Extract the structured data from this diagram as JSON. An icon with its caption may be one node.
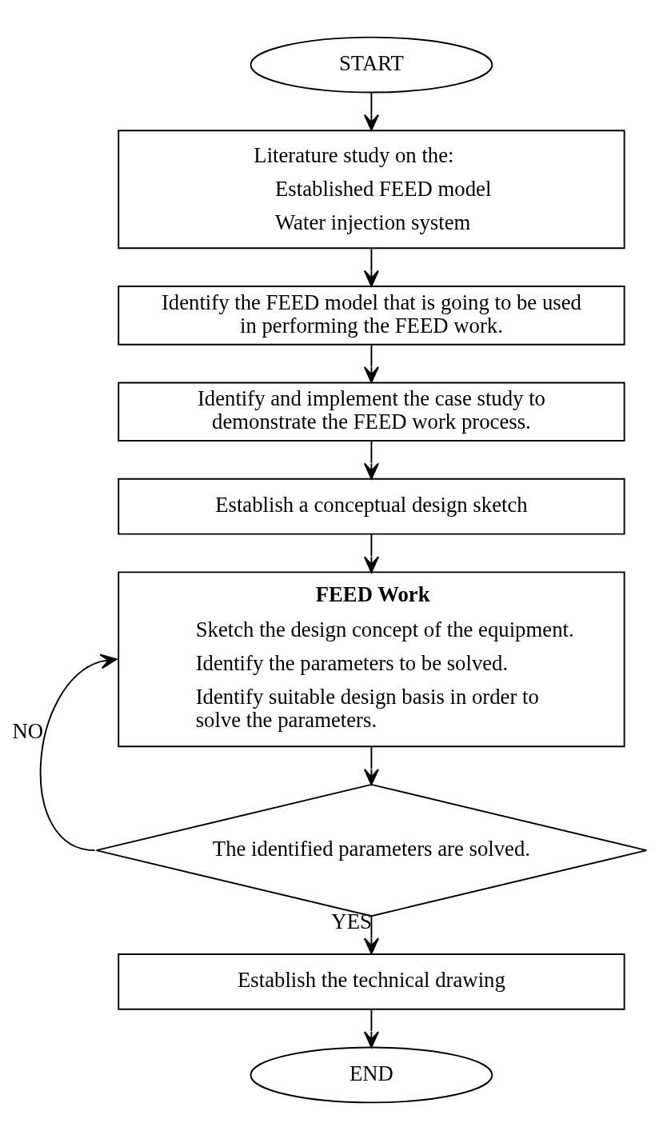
{
  "diagram": {
    "nodes": [
      {
        "text": [
          "START"
        ]
      },
      {
        "text": [
          "Literature study on the:",
          "Established FEED model",
          "Water injection system"
        ]
      },
      {
        "text": [
          "Identify the FEED model that is going to be used in performing the FEED work."
        ]
      },
      {
        "text": [
          "Identify and implement the case study to demonstrate the FEED work process."
        ]
      },
      {
        "text": [
          "Establish a conceptual design sketch"
        ]
      },
      {
        "text": [
          "FEED Work",
          "Sketch the design concept of the equipment.",
          "Identify the parameters to be solved.",
          "Identify suitable design basis in order to solve the parameters."
        ]
      },
      {
        "text": [
          "The identified parameters are solved."
        ]
      },
      {
        "text": [
          "Establish the technical drawing"
        ]
      },
      {
        "text": [
          "END"
        ]
      }
    ],
    "edges": [
      {
        "from": 0,
        "to": 1,
        "arrow": "to"
      },
      {
        "from": 1,
        "to": 2,
        "arrow": "to"
      },
      {
        "from": 2,
        "to": 3,
        "arrow": "to"
      },
      {
        "from": 3,
        "to": 4,
        "arrow": "to"
      },
      {
        "from": 4,
        "to": 5,
        "arrow": "to"
      },
      {
        "from": 5,
        "to": 6,
        "arrow": "to"
      },
      {
        "from": 6,
        "to": 7,
        "arrow": "to",
        "label": "YES"
      },
      {
        "from": 6,
        "to": 5,
        "arrow": "to",
        "label": "NO"
      },
      {
        "from": 7,
        "to": 8,
        "arrow": "to"
      }
    ]
  }
}
